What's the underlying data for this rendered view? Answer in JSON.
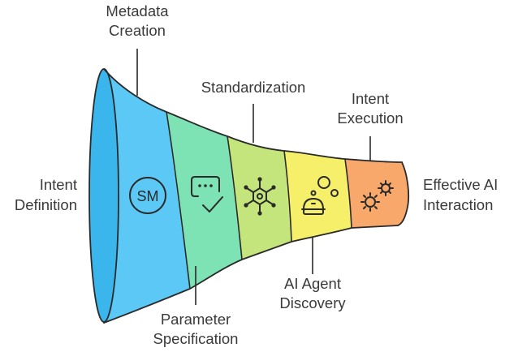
{
  "stages": [
    {
      "id": "intent-definition",
      "label_lines": [
        "Intent",
        "Definition"
      ],
      "color": "#5cc8f5",
      "icon": "sm-badge-icon",
      "icon_text": "SM"
    },
    {
      "id": "metadata-creation",
      "label_lines": [
        "Metadata",
        "Creation"
      ],
      "color": "#7de2b4",
      "icon": "chat-check-icon"
    },
    {
      "id": "parameter-specification",
      "label_lines": [
        "Parameter",
        "Specification"
      ],
      "color": "#c4e57b",
      "icon": "hexagon-network-icon"
    },
    {
      "id": "standardization",
      "label_lines": [
        "Standardization"
      ],
      "color": "#f6ef6a",
      "icon": "ai-robot-icon"
    },
    {
      "id": "ai-agent-discovery",
      "label_lines": [
        "AI Agent",
        "Discovery"
      ],
      "color": "#f7a86a",
      "icon": "gears-icon"
    },
    {
      "id": "intent-execution",
      "label_lines": [
        "Intent",
        "Execution"
      ]
    },
    {
      "id": "effective-ai-interaction",
      "label_lines": [
        "Effective AI",
        "Interaction"
      ]
    }
  ]
}
